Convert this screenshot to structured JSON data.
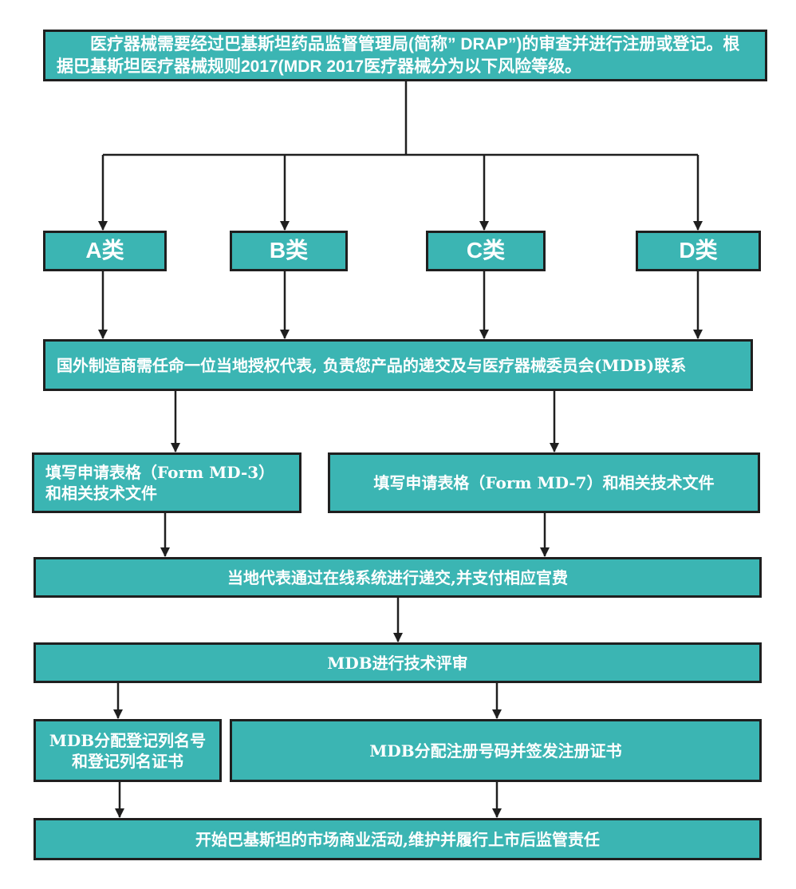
{
  "colors": {
    "box_fill": "#3bb5b3",
    "box_border": "#1f1f1f",
    "text": "#ffffff",
    "line": "#1f1f1f"
  },
  "nodes": {
    "intro": "医疗器械需要经过巴基斯坦药品监督管理局(简称” DRAP”)的审查并进行注册或登记。根据巴基斯坦医疗器械规则2017(MDR 2017医疗器械分为以下风险等级。",
    "class_a": "A类",
    "class_b": "B类",
    "class_c": "C类",
    "class_d": "D类",
    "local_rep": "国外制造商需任命一位当地授权代表, 负责您产品的递交及与医疗器械委员会(MDB)联系",
    "form_md3": "填写申请表格（Form MD-3）和相关技术文件",
    "form_md7": "填写申请表格（Form MD-7）和相关技术文件",
    "submit_pay": "当地代表通过在线系统进行递交,并支付相应官费",
    "tech_review": "MDB进行技术评审",
    "listing_cert": "MDB分配登记列名号和登记列名证书",
    "registration_cert": "MDB分配注册号码并签发注册证书",
    "market_activity": "开始巴基斯坦的市场商业活动,维护并履行上市后监管责任"
  }
}
